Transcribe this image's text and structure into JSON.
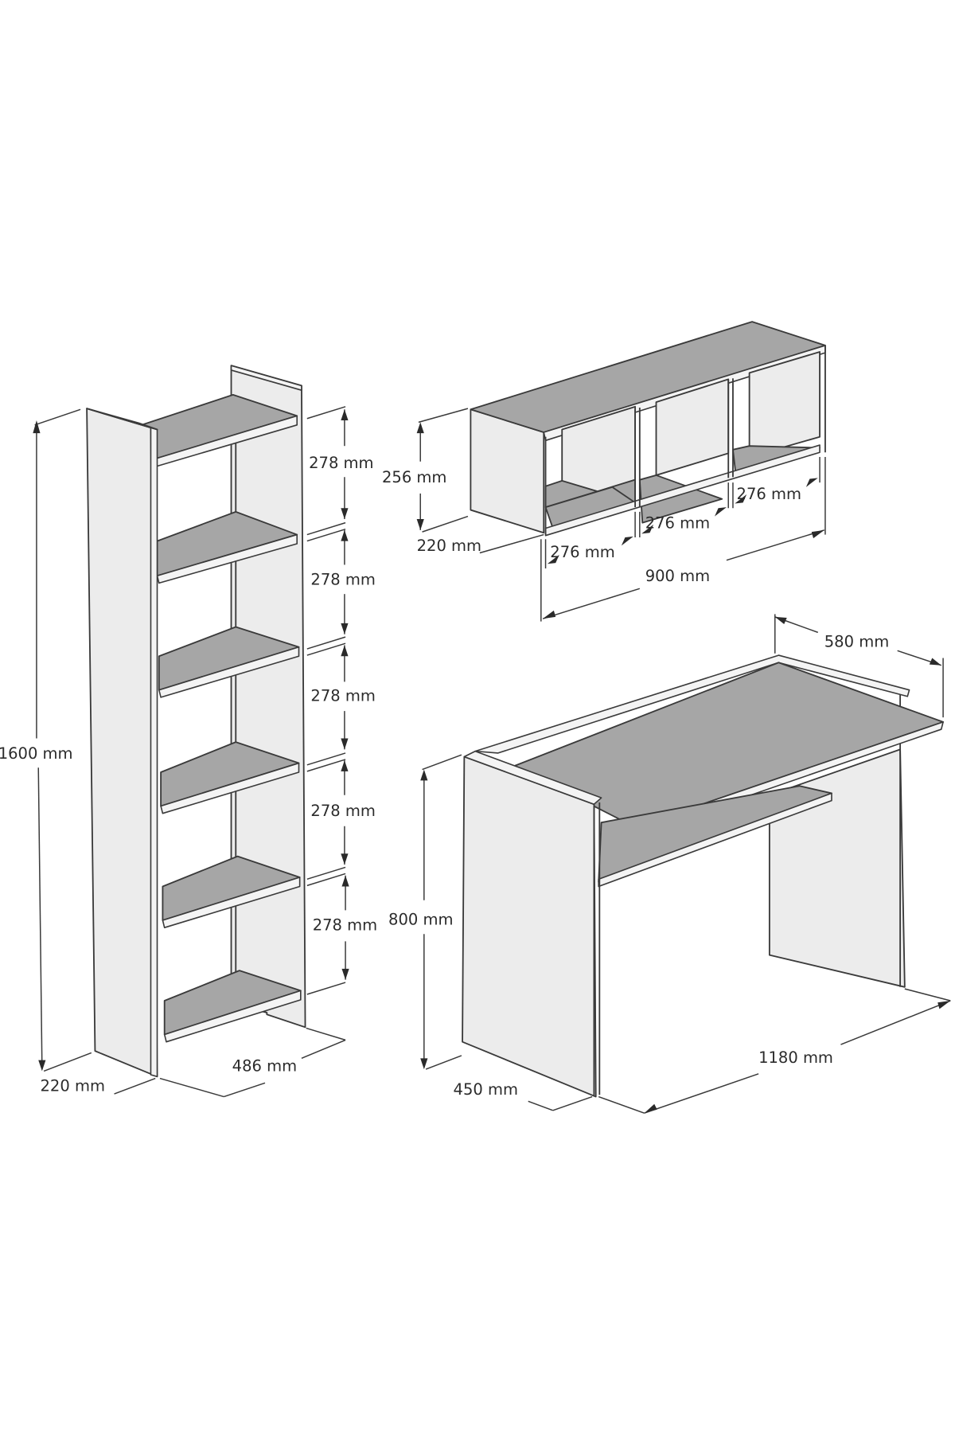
{
  "diagram": {
    "title": "Furniture set dimension drawing",
    "units": "mm",
    "colors": {
      "background": "#ffffff",
      "panel_fill": "#ececec",
      "shelf_fill": "#a6a6a6",
      "line": "#3a3a3a"
    }
  },
  "bookcase": {
    "height_label": "1600 mm",
    "depth_label": "220 mm",
    "width_label": "486 mm",
    "shelf_spacing_labels": [
      "278 mm",
      "278 mm",
      "278 mm",
      "278 mm",
      "278 mm"
    ]
  },
  "wall_shelf": {
    "height_label": "256 mm",
    "depth_label": "220 mm",
    "width_label": "900 mm",
    "compartment_labels": [
      "276 mm",
      "276 mm",
      "276 mm"
    ]
  },
  "desk": {
    "height_label": "800 mm",
    "depth_label": "450 mm",
    "width_label": "1180 mm",
    "top_depth_label": "580 mm"
  }
}
